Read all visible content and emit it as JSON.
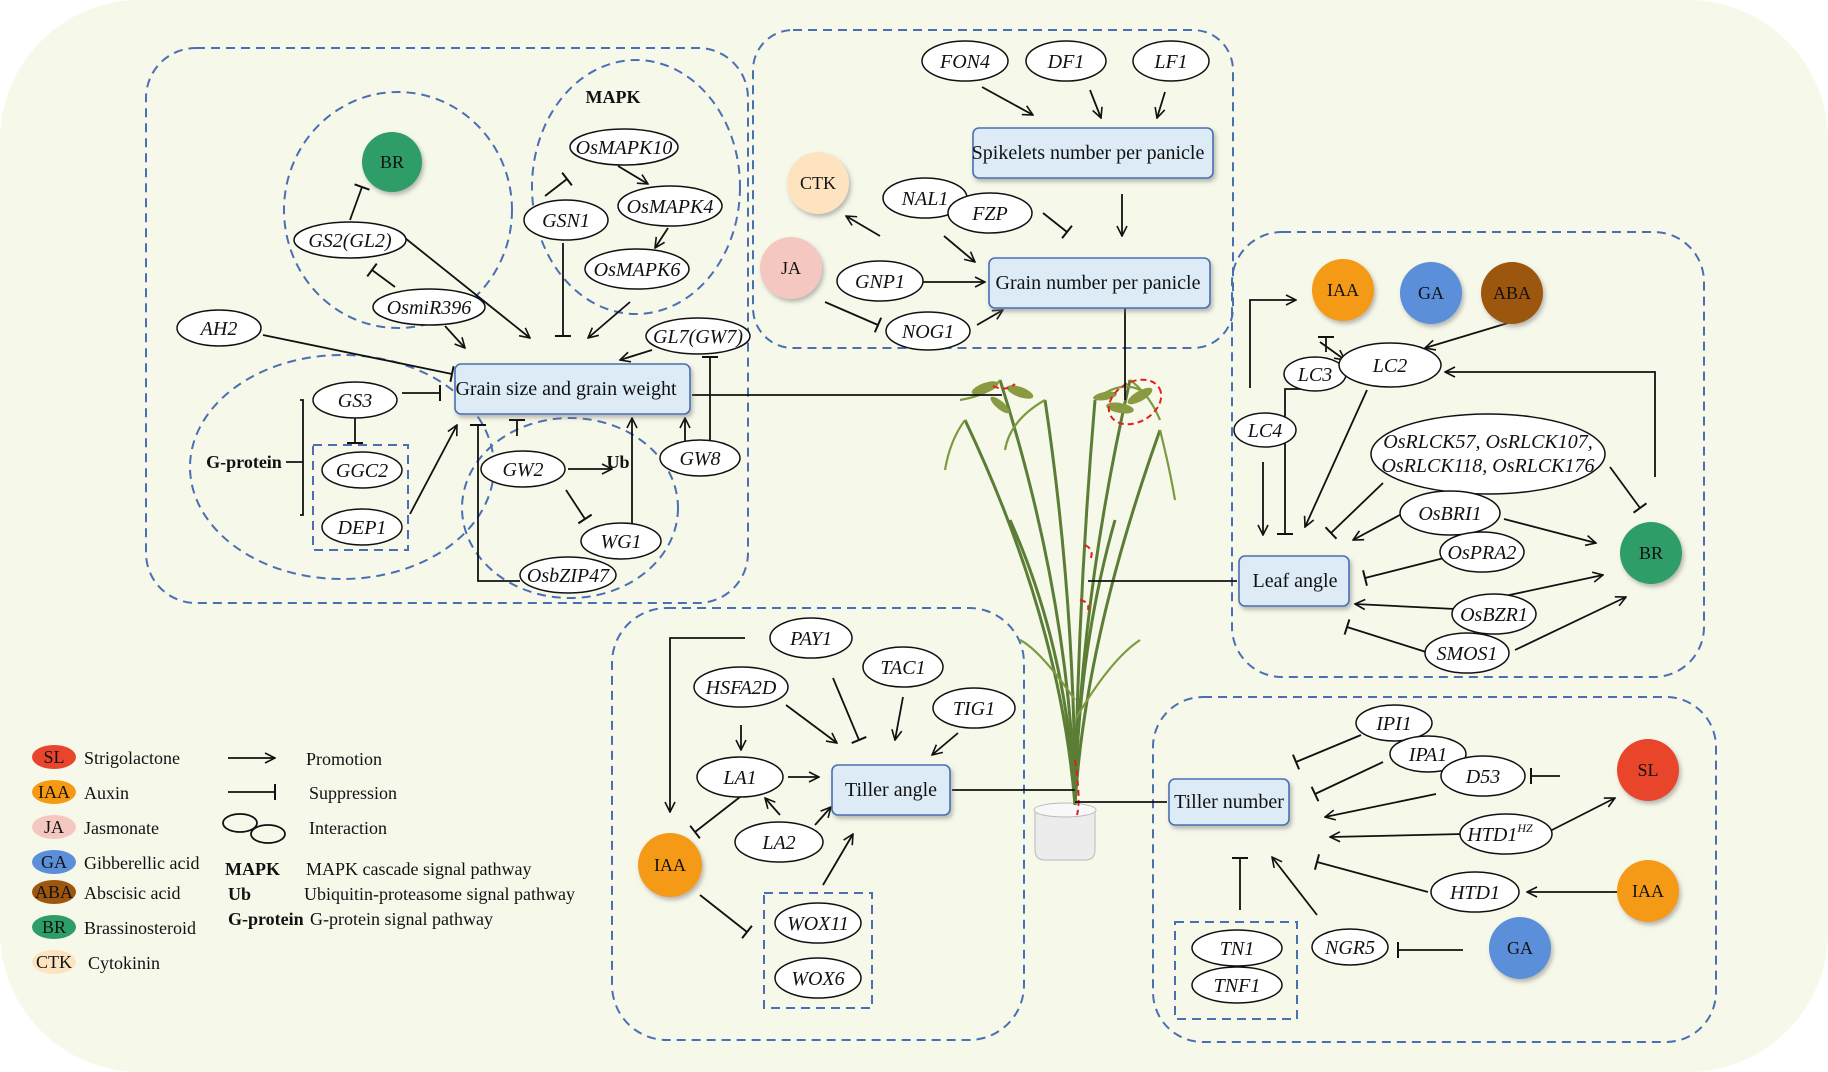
{
  "colors": {
    "background": "#f6f8ea",
    "region_border": "#4a6fb3",
    "box_fill": "#dcebf6",
    "SL": "#e8452c",
    "IAA": "#f59a12",
    "JA": "#f4c8c0",
    "GA": "#5b8fd9",
    "ABA": "#9c5610",
    "BR": "#2e9d68",
    "CTK": "#fde3c0",
    "arrow": "#111111"
  },
  "nodes": {
    "box_grain_size": "Grain size and grain weight",
    "box_spikelets": "Spikelets number per panicle",
    "box_grain_number": "Grain number per panicle",
    "box_leaf_angle": "Leaf angle",
    "box_tiller_angle": "Tiller angle",
    "box_tiller_number": "Tiller number",
    "label_mapk": "MAPK",
    "label_gprotein": "G-protein",
    "label_ub": "Ub",
    "hormone_BR_1": "BR",
    "hormone_CTK": "CTK",
    "hormone_JA": "JA",
    "hormone_IAA_1": "IAA",
    "hormone_GA_1": "GA",
    "hormone_ABA": "ABA",
    "hormone_BR_2": "BR",
    "hormone_IAA_2": "IAA",
    "hormone_SL": "SL",
    "hormone_IAA_3": "IAA",
    "hormone_GA_2": "GA",
    "GS2": "GS2(GL2)",
    "OsmiR396": "OsmiR396",
    "OsMAPK10": "OsMAPK10",
    "GSN1": "GSN1",
    "OsMAPK4": "OsMAPK4",
    "OsMAPK6": "OsMAPK6",
    "AH2": "AH2",
    "GL7": "GL7(GW7)",
    "GS3": "GS3",
    "GGC2": "GGC2",
    "DEP1": "DEP1",
    "GW2": "GW2",
    "WG1": "WG1",
    "OsbZIP47": "OsbZIP47",
    "GW8": "GW8",
    "FON4": "FON4",
    "DF1": "DF1",
    "LF1": "LF1",
    "NAL1": "NAL1",
    "FZP": "FZP",
    "GNP1": "GNP1",
    "NOG1": "NOG1",
    "LC3": "LC3",
    "LC2": "LC2",
    "LC4": "LC4",
    "OsRLCK_line1": "OsRLCK57, OsRLCK107,",
    "OsRLCK_line2": "OsRLCK118, OsRLCK176",
    "OsBRI1": "OsBRI1",
    "OsPRA2": "OsPRA2",
    "OsBZR1": "OsBZR1",
    "SMOS1": "SMOS1",
    "PAY1": "PAY1",
    "HSFA2D": "HSFA2D",
    "TAC1": "TAC1",
    "TIG1": "TIG1",
    "LA1": "LA1",
    "LA2": "LA2",
    "WOX11": "WOX11",
    "WOX6": "WOX6",
    "IPI1": "IPI1",
    "IPA1": "IPA1",
    "D53": "D53",
    "HTD1HZ_base": "HTD1",
    "HTD1HZ_sup": "HZ",
    "HTD1": "HTD1",
    "NGR5": "NGR5",
    "TN1": "TN1",
    "TNF1": "TNF1"
  },
  "legend": {
    "hormones": [
      {
        "abbr": "SL",
        "name": "Strigolactone"
      },
      {
        "abbr": "IAA",
        "name": "Auxin"
      },
      {
        "abbr": "JA",
        "name": "Jasmonate"
      },
      {
        "abbr": "GA",
        "name": "Gibberellic acid"
      },
      {
        "abbr": "ABA",
        "name": "Abscisic acid"
      },
      {
        "abbr": "BR",
        "name": "Brassinosteroid"
      },
      {
        "abbr": "CTK",
        "name": "Cytokinin"
      }
    ],
    "symbols": [
      {
        "name": "Promotion"
      },
      {
        "name": "Suppression"
      },
      {
        "name": "Interaction"
      }
    ],
    "pathways": [
      {
        "abbr": "MAPK",
        "desc": "MAPK cascade signal pathway"
      },
      {
        "abbr": "Ub",
        "desc": "Ubiquitin-proteasome signal pathway"
      },
      {
        "abbr": "G-protein",
        "desc": "G-protein signal pathway"
      }
    ]
  }
}
